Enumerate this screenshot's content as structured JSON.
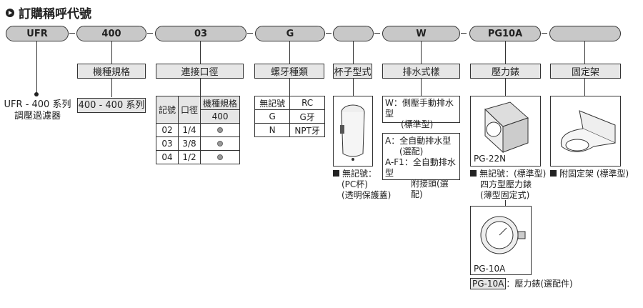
{
  "title": "訂購稱呼代號",
  "codes": [
    "UFR",
    "400",
    "03",
    "G",
    "",
    "W",
    "PG10A",
    ""
  ],
  "labels": [
    "機種規格",
    "連接口徑",
    "螺牙種類",
    "杯子型式",
    "排水式樣",
    "壓力錶",
    "固定架"
  ],
  "series": {
    "line1": "UFR - 400 系列",
    "line2": "調壓過濾器"
  },
  "model": "400 - 400 系列",
  "port_table": {
    "headers": [
      "記號",
      "口徑",
      "機種規格",
      "400"
    ],
    "rows": [
      [
        "02",
        "1/4"
      ],
      [
        "03",
        "3/8"
      ],
      [
        "04",
        "1/2"
      ]
    ]
  },
  "thread_table": {
    "rows": [
      [
        "無記號",
        "RC"
      ],
      [
        "G",
        "G牙"
      ],
      [
        "N",
        "NPT牙"
      ]
    ]
  },
  "bowl": {
    "line1": "無記號：",
    "line2": "(PC杯)",
    "line3": "(透明保護蓋)"
  },
  "drain": {
    "w1": "W：側壓手動排水型",
    "w2": "(標準型)",
    "a1": "A：全自動排水型",
    "a2": "(選配)",
    "f1": "A-F1：全自動排水型",
    "f2": "附接頭(選配)"
  },
  "gauge": {
    "pg22n": "PG-22N",
    "l1": "無記號：(標準型)",
    "l2": "四方型壓力錶",
    "l3": "(薄型固定式)",
    "pg10a": "PG-10A",
    "tag": "PG-10A",
    "tag_desc": "：壓力錶(選配件)"
  },
  "bracket": {
    "l1": "附固定架 (標準型)"
  }
}
